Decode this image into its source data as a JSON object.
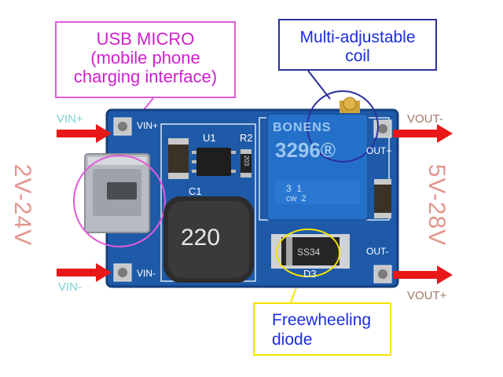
{
  "callouts": {
    "usb": {
      "line1": "USB MICRO",
      "line2": "(mobile phone",
      "line3": "charging interface)"
    },
    "coil": {
      "line1": "Multi-adjustable",
      "line2": "coil"
    },
    "diode": {
      "line1": "Freewheeling",
      "line2": "diode"
    }
  },
  "pins": {
    "vin_plus": "VIN+",
    "vin_minus": "VIN-",
    "vout_minus": "VOUT-",
    "vout_plus": "VOUT+"
  },
  "board_silkscreen": {
    "vin_plus": "VIN+",
    "vin_minus": "VIN-",
    "out_plus": "OUT+",
    "out_minus": "OUT-",
    "u1": "U1",
    "r2": "R2",
    "c1": "C1",
    "d3": "D3"
  },
  "components": {
    "potentiometer_brand": "BONENS",
    "potentiometer_model": "3296®",
    "potentiometer_marking": "3  1",
    "potentiometer_cw": "cw  2",
    "inductor_value": "220",
    "diode_marking": "SS34",
    "resistor_marking": "203"
  },
  "voltages": {
    "input_range": "2V-24V",
    "output_range": "5V-28V"
  },
  "colors": {
    "pcb": "#1e5aa8",
    "usb_border": "#e05ad9",
    "coil_border": "#2b2f9a",
    "diode_border": "#f4e300",
    "arrow": "#e81818",
    "voltage_text": "#e3958e"
  }
}
